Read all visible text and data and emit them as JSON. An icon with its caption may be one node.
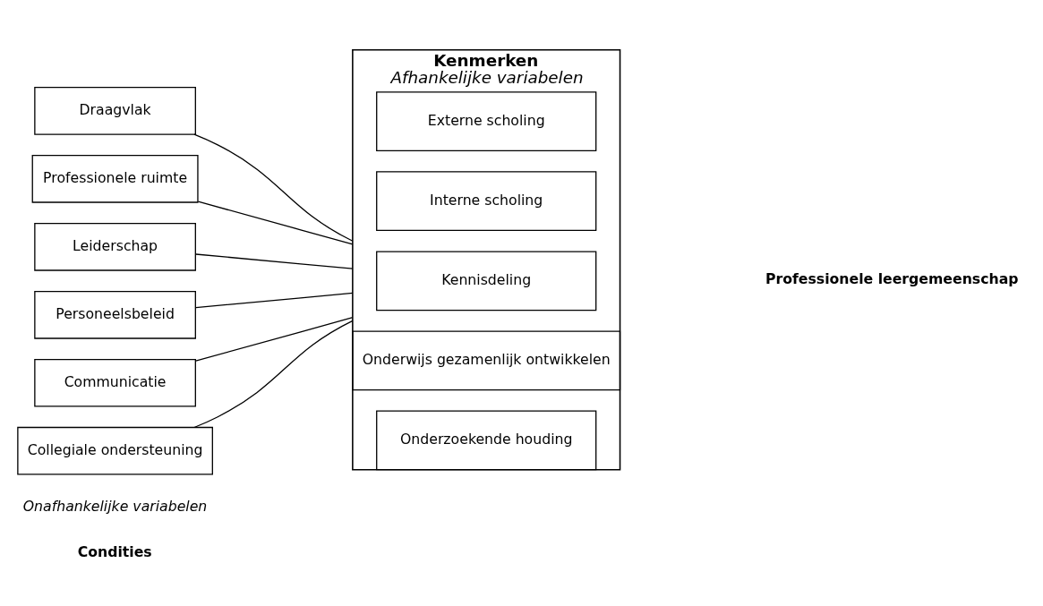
{
  "diagram": {
    "nodes": [
      {
        "text": [
          "Draagvlak"
        ]
      },
      {
        "text": [
          "Professionele ruimte"
        ]
      },
      {
        "text": [
          "Leiderschap"
        ]
      },
      {
        "text": [
          "Personeelsbeleid"
        ]
      },
      {
        "text": [
          "Communicatie"
        ]
      },
      {
        "text": [
          "Collegiale ondersteuning"
        ]
      },
      {
        "text": [
          "Kenmerken",
          "Afhankelijke variabelen"
        ]
      },
      {
        "text": [
          "Externe scholing"
        ],
        "in": 6
      },
      {
        "text": [
          "Interne scholing"
        ],
        "in": 6
      },
      {
        "text": [
          "Kennisdeling"
        ],
        "in": 6
      },
      {
        "text": [
          "Onderwijs gezamenlijk ontwikkelen"
        ],
        "in": 6
      },
      {
        "text": [
          "Onderzoekende houding"
        ],
        "in": 6
      }
    ],
    "edges": [
      {
        "from": 0,
        "to": 6,
        "arrow": "none"
      },
      {
        "from": 1,
        "to": 6,
        "arrow": "none"
      },
      {
        "from": 2,
        "to": 6,
        "arrow": "none"
      },
      {
        "from": 3,
        "to": 6,
        "arrow": "none"
      },
      {
        "from": 4,
        "to": 6,
        "arrow": "none"
      },
      {
        "from": 5,
        "to": 6,
        "arrow": "none"
      }
    ],
    "labels": [
      "Condities",
      "Onafhankelijke variabelen",
      "Professionele leergemeenschap"
    ]
  }
}
